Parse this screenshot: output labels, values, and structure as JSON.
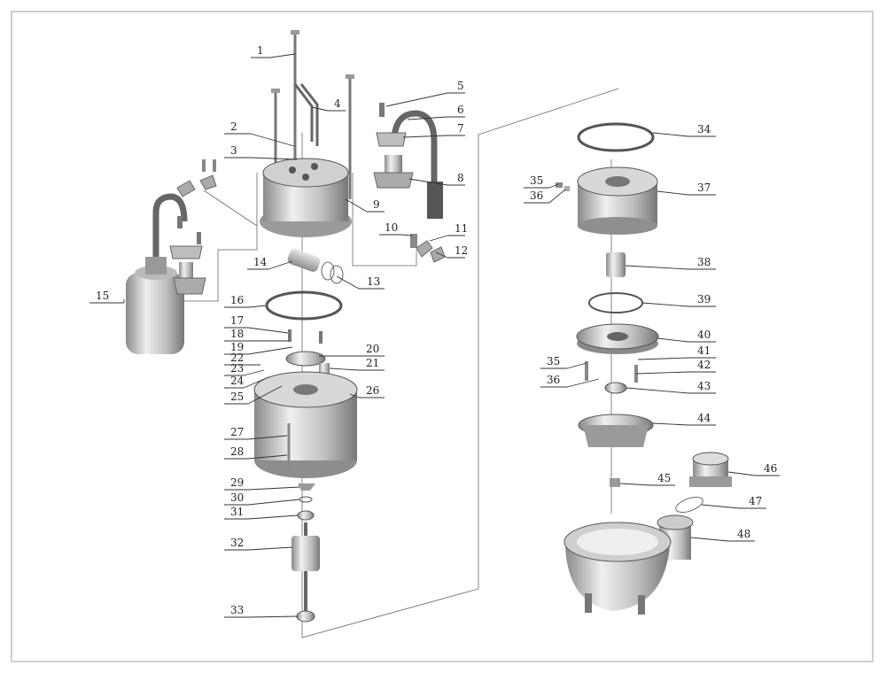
{
  "diagram": {
    "labels": [
      "1",
      "2",
      "3",
      "4",
      "5",
      "6",
      "7",
      "8",
      "9",
      "10",
      "11",
      "12",
      "13",
      "14",
      "15",
      "16",
      "17",
      "18",
      "19",
      "20",
      "21",
      "22",
      "23",
      "24",
      "25",
      "26",
      "27",
      "28",
      "29",
      "30",
      "31",
      "32",
      "33",
      "34",
      "35",
      "36",
      "37",
      "38",
      "39",
      "40",
      "41",
      "42",
      "43",
      "44",
      "45",
      "46",
      "47",
      "48"
    ],
    "left_assembly": {
      "labels": [
        "1",
        "2",
        "3",
        "4",
        "9",
        "10",
        "11",
        "12",
        "13",
        "14",
        "16",
        "17",
        "18",
        "19",
        "20",
        "21",
        "22",
        "23",
        "24",
        "25",
        "26",
        "27",
        "28",
        "29",
        "30",
        "31",
        "32",
        "33"
      ],
      "side_labels": [
        "5",
        "6",
        "7",
        "8"
      ],
      "float_labels": [
        "5",
        "7",
        "8",
        "15"
      ]
    },
    "right_assembly": {
      "labels": [
        "34",
        "35",
        "36",
        "37",
        "38",
        "39",
        "40",
        "41",
        "42",
        "35",
        "36",
        "43",
        "44",
        "45",
        "46",
        "47",
        "48"
      ]
    }
  }
}
